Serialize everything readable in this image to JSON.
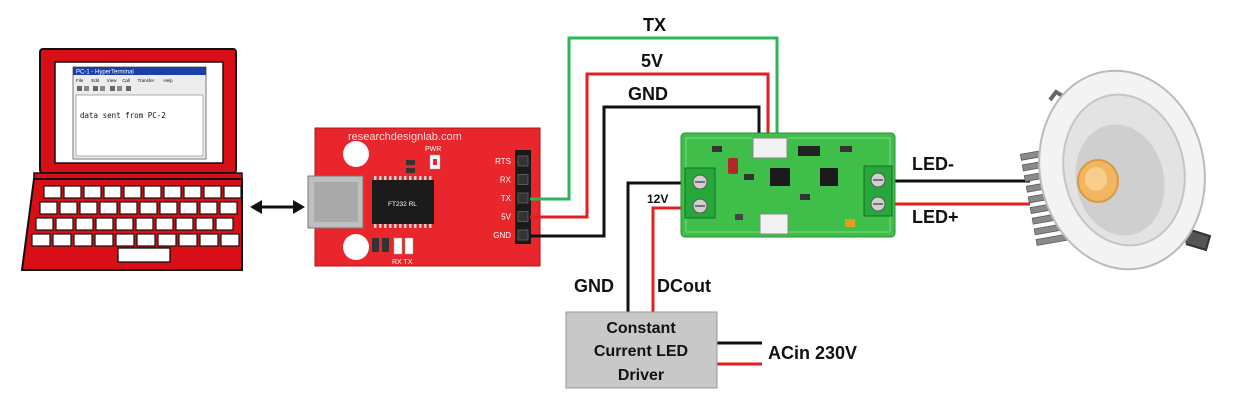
{
  "laptop": {
    "window_title": "PC-1 - HyperTerminal",
    "menu_items": [
      "File",
      "Edit",
      "View",
      "Call",
      "Transfer",
      "Help"
    ],
    "screen_text": "data sent from PC-2"
  },
  "usb_uart": {
    "brand": "researchdesignlab.com",
    "chip": "FT232 RL",
    "pwr_label": "PWR",
    "pins": [
      "RTS",
      "RX",
      "TX",
      "5V",
      "GND"
    ],
    "led_label": "RX TX"
  },
  "wire_labels": {
    "tx": "TX",
    "v5": "5V",
    "gnd_top": "GND",
    "v12": "12V",
    "gnd_bottom": "GND",
    "dcout": "DCout",
    "led_minus": "LED-",
    "led_plus": "LED+",
    "acin": "ACin 230V"
  },
  "driver": {
    "line1": "Constant",
    "line2": "Current LED",
    "line3": "Driver"
  },
  "colors": {
    "wire_green": "#2fb457",
    "wire_red": "#e02020",
    "wire_black": "#111111",
    "laptop_red": "#d80f16",
    "uart_red": "#e8262b",
    "pcb_green": "#3fbf4a",
    "driver_gray": "#c8c8c8"
  }
}
